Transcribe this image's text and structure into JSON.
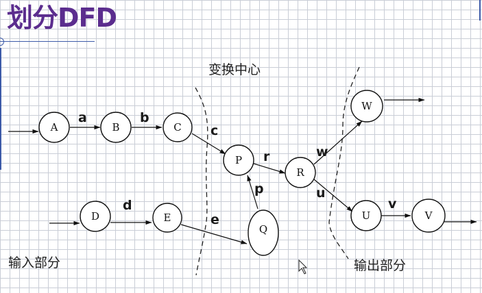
{
  "title": "划分DFD",
  "sections": {
    "center": "变换中心",
    "input": "输入部分",
    "output": "输出部分"
  },
  "nodes": {
    "A": "A",
    "B": "B",
    "C": "C",
    "D": "D",
    "E": "E",
    "P": "P",
    "Q": "Q",
    "R": "R",
    "W": "W",
    "U": "U",
    "V": "V"
  },
  "edges": {
    "a": "a",
    "b": "b",
    "c": "c",
    "d": "d",
    "e": "e",
    "p": "p",
    "r": "r",
    "w": "w",
    "u": "u",
    "v": "v"
  },
  "colors": {
    "title": "#5b2d8e",
    "ink": "#111111",
    "grid": "#c9cdd6",
    "rule": "#3c5aa8"
  }
}
